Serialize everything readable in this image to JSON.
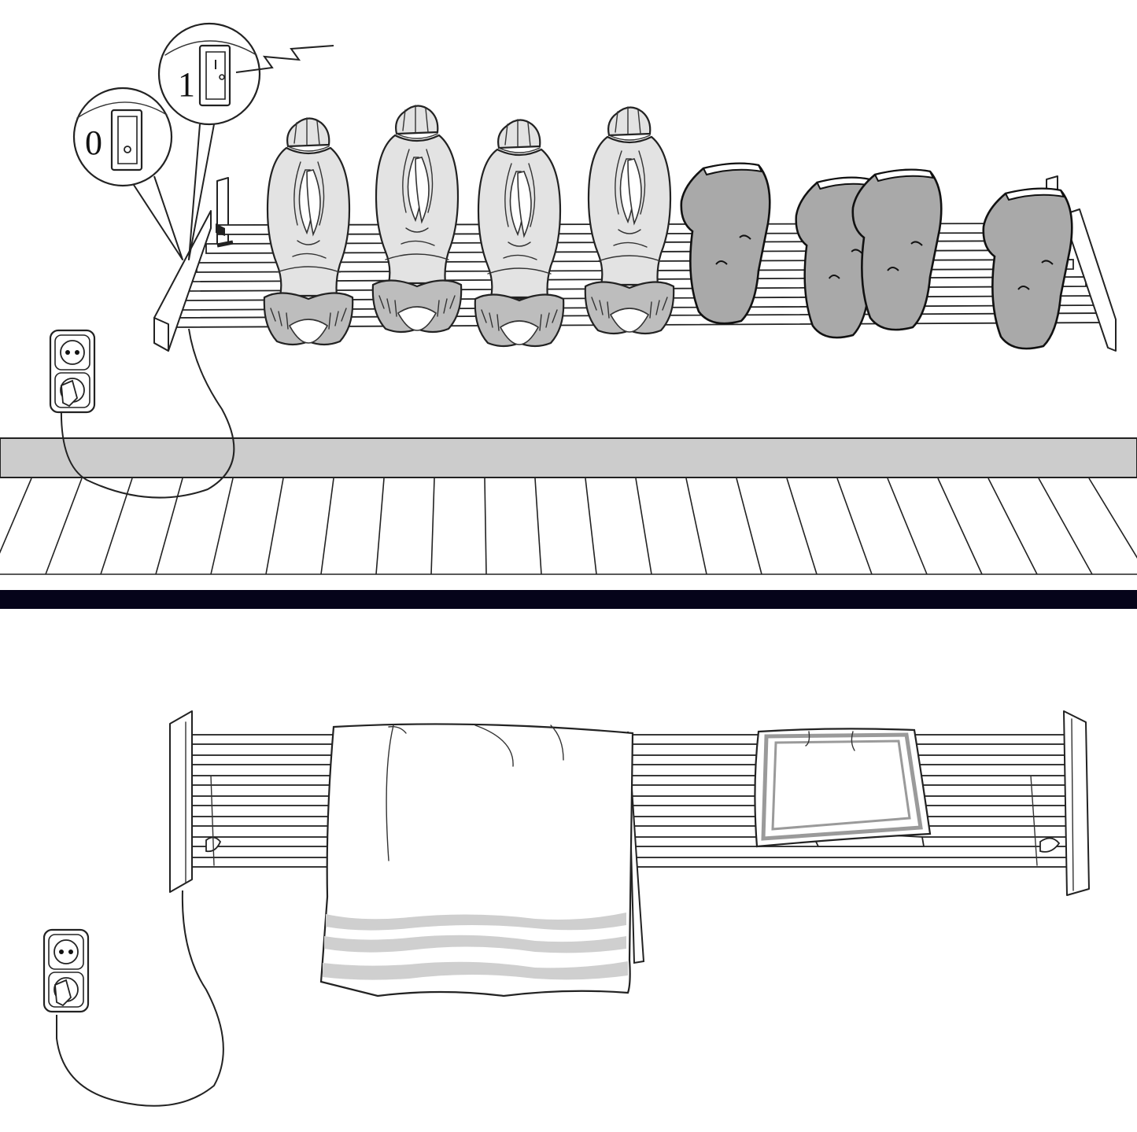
{
  "colors": {
    "line": "#222222",
    "wall": "#ffffff",
    "skirting": "#cccccc",
    "divider": "#05041a",
    "shoe": "#e3e3e3",
    "shoe_sole": "#bdbdbd",
    "mitten": "#a9a9a9",
    "towel_stripe": "#cfcfcf",
    "napkin_border": "#9a9a9a"
  },
  "switch_callouts": {
    "off": {
      "label": "0",
      "icon": "rocker-switch-off-icon"
    },
    "on": {
      "label": "1",
      "icon": "rocker-switch-on-icon"
    }
  },
  "top_panel": {
    "items": [
      {
        "kind": "shoe",
        "icon": "sneaker-icon"
      },
      {
        "kind": "shoe",
        "icon": "sneaker-icon"
      },
      {
        "kind": "shoe",
        "icon": "sneaker-icon"
      },
      {
        "kind": "shoe",
        "icon": "sneaker-icon"
      },
      {
        "kind": "mitten",
        "icon": "mitten-icon"
      },
      {
        "kind": "mitten",
        "icon": "mitten-icon"
      },
      {
        "kind": "mitten",
        "icon": "mitten-icon"
      }
    ],
    "socket_icon": "wall-socket-icon",
    "plug_icon": "plug-icon"
  },
  "bottom_panel": {
    "items": [
      {
        "kind": "towel",
        "icon": "bath-towel-icon"
      },
      {
        "kind": "napkin",
        "icon": "hand-towel-icon"
      }
    ],
    "socket_icon": "wall-socket-icon",
    "plug_icon": "plug-icon"
  }
}
